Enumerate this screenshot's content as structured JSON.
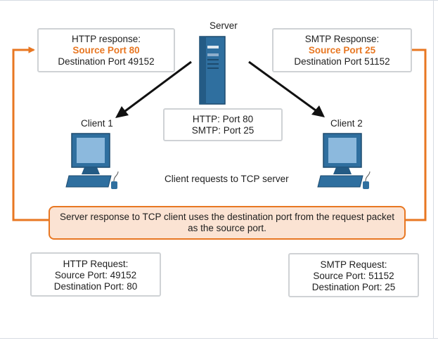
{
  "server": {
    "label": "Server",
    "ports": [
      "HTTP: Port 80",
      "SMTP: Port 25"
    ]
  },
  "clients": [
    {
      "label": "Client 1"
    },
    {
      "label": "Client 2"
    }
  ],
  "responses": [
    {
      "title": "HTTP response:",
      "source_port": "Source Port 80",
      "destination_port": "Destination Port 49152"
    },
    {
      "title": "SMTP Response:",
      "source_port": "Source Port 25",
      "destination_port": "Destination Port 51152"
    }
  ],
  "requests": [
    {
      "title": "HTTP Request:",
      "source_port": "Source Port: 49152",
      "destination_port": "Destination Port: 80"
    },
    {
      "title": "SMTP Request:",
      "source_port": "Source Port: 51152",
      "destination_port": "Destination Port: 25"
    }
  ],
  "caption": "Client requests to TCP server",
  "note": "Server response to TCP client uses the destination port from the request packet as the source port.",
  "icons": [
    "server-icon",
    "desktop-computer-icon"
  ],
  "colors": {
    "accent": "#e87722",
    "note_fill": "#fbe3d3",
    "box_border": "#cfd2d5",
    "device_blue": "#2f6f9f",
    "device_screen": "#8cb9dd"
  }
}
